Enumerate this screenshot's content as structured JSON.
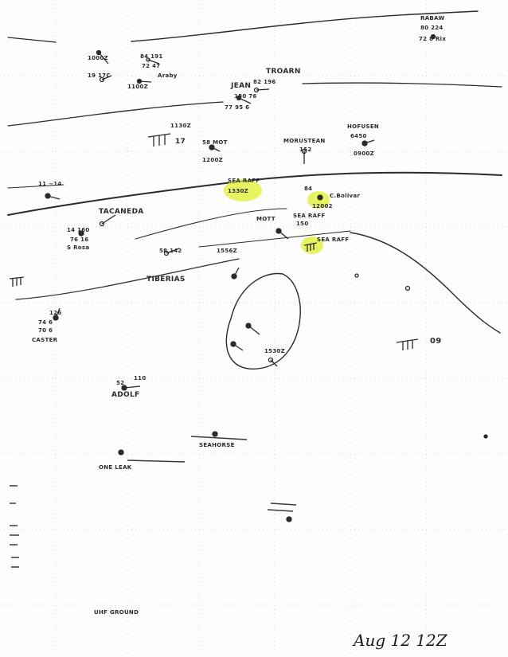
{
  "date_label": "Aug 12  12Z",
  "colors": {
    "ink": "#2a2a2a",
    "highlight": "#e0f02a",
    "grid": "#c8c8c8"
  },
  "stations": [
    {
      "name": "RABAW",
      "id": "station-rabaul"
    },
    {
      "name": "TROARN",
      "id": "station-troarn"
    },
    {
      "name": "JEAN",
      "id": "station-jean"
    },
    {
      "name": "Araby",
      "id": "station-araby"
    },
    {
      "name": "MORUSTEAN",
      "id": "station-morustean"
    },
    {
      "name": "HOFUSEN",
      "id": "station-hofusen"
    },
    {
      "name": "SEA RAFF",
      "id": "station-sea-raff-1"
    },
    {
      "name": "C.Bolivar",
      "id": "station-c-bolivar"
    },
    {
      "name": "SEA RAFF",
      "id": "station-sea-raff-2"
    },
    {
      "name": "TACANEDA",
      "id": "station-tacaneda"
    },
    {
      "name": "S Rosa",
      "id": "station-s-rosa"
    },
    {
      "name": "TIBERIAS",
      "id": "station-tiberias"
    },
    {
      "name": "CASTER",
      "id": "station-caster"
    },
    {
      "name": "ADOLF",
      "id": "station-adolf"
    },
    {
      "name": "SEAHORSE",
      "id": "station-seahorse"
    },
    {
      "name": "ONE LEAK",
      "id": "station-one-leak"
    },
    {
      "name": "UHF GROUND",
      "id": "station-uhf-ground"
    }
  ],
  "obs": {
    "o1": "1000Z",
    "o2": "84 191",
    "o3": "72 47",
    "o4": "1100Z",
    "o5": "19 17C",
    "o6": "82 196",
    "o7": "180 76",
    "o8": "77 95 6",
    "o9": "1130Z",
    "o10": "17",
    "o11": "58 MOT",
    "o12": "1200Z",
    "o13": "152",
    "o14": "6450",
    "o15": "0900Z",
    "o16": "80 224",
    "o17": "72 8 Rix",
    "o18": "1330Z",
    "o19": "84",
    "o20": "12002",
    "o21": "11 ~14",
    "o22": "14 160",
    "o23": "76 16",
    "o24": "58 142",
    "o25": "1556Z",
    "o26": "126",
    "o27": "74 6",
    "o28": "70 6",
    "o29": "110",
    "o30": "52",
    "o31": "09",
    "o32": "1530Z",
    "o33": "SEA RAFF",
    "o34": "MOTT",
    "o35": "150"
  }
}
